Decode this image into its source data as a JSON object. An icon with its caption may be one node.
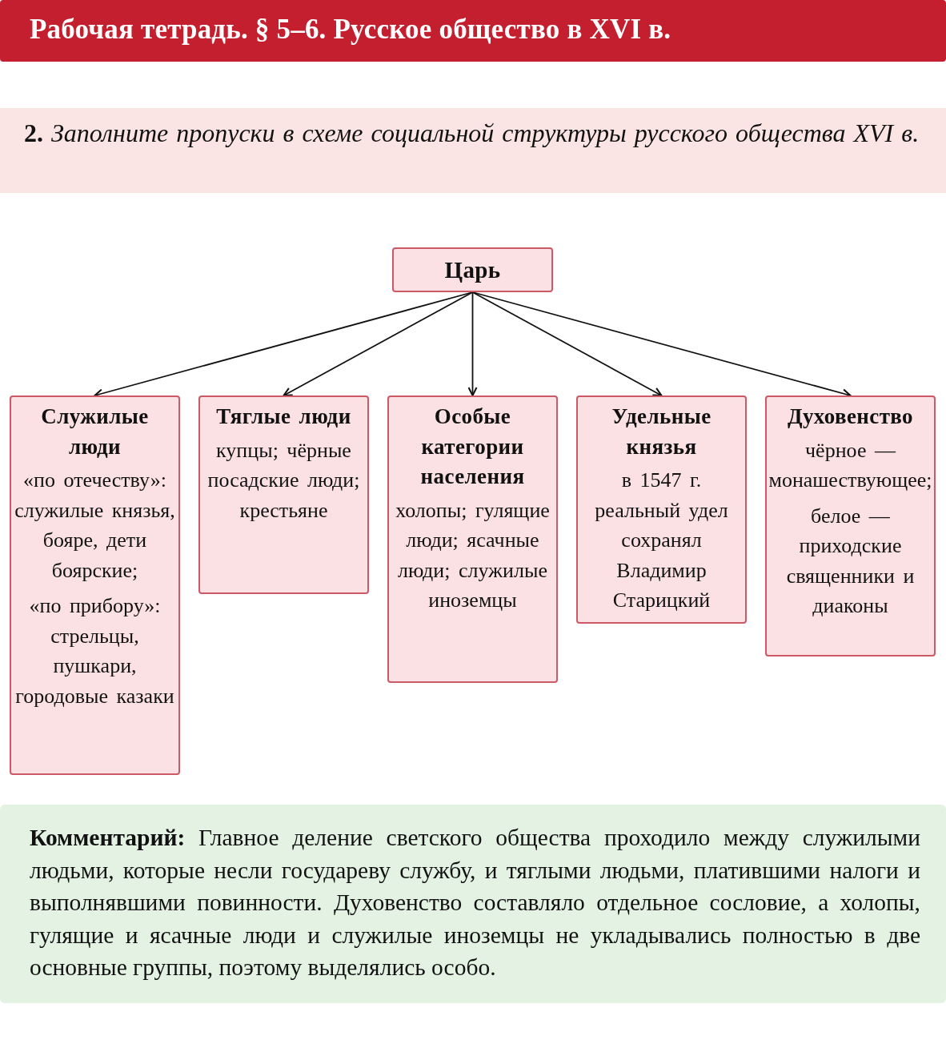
{
  "diagram": {
    "title": "Рабочая тетрадь. § 5–6. Русское общество в XVI в.",
    "nodes": [
      {
        "text": [
          "Царь"
        ]
      },
      {
        "text": [
          "Служилые люди",
          "«по отечеству»: служилые князья, бояре, дети боярские;",
          "«по прибору»: стрельцы, пушкари, городовые казаки"
        ]
      },
      {
        "text": [
          "Тяглые люди",
          "купцы; чёрные посадские люди; крестьяне"
        ]
      },
      {
        "text": [
          "Особые категории населения",
          "холопы; гулящие люди; ясачные люди; служилые иноземцы"
        ]
      },
      {
        "text": [
          "Удельные князья",
          "в 1547 г. реальный удел сохранял Владимир Старицкий"
        ]
      },
      {
        "text": [
          "Духовенство",
          "чёрное — монашествующее;",
          "белое — приходские священники и диаконы"
        ]
      }
    ],
    "edges": [
      {
        "from": 0,
        "to": 1,
        "arrow": "to"
      },
      {
        "from": 0,
        "to": 2,
        "arrow": "to"
      },
      {
        "from": 0,
        "to": 3,
        "arrow": "to"
      },
      {
        "from": 0,
        "to": 4,
        "arrow": "to"
      },
      {
        "from": 0,
        "to": 5,
        "arrow": "to"
      }
    ],
    "labels": [
      "**2.** *Заполните пропуски в схеме социальной структуры русского общества XVI в.*",
      "**Комментарий:** Главное деление светского общества проходило между служилыми людьми, которые несли государеву службу, и тяглыми людьми, платившими налоги и выполнявшими повинности. Духовенство составляло отдельное сословие, а холопы, гулящие и ясачные люди и служилые иноземцы не укладывались полностью в две основные группы, поэтому выделялись особо."
    ]
  }
}
